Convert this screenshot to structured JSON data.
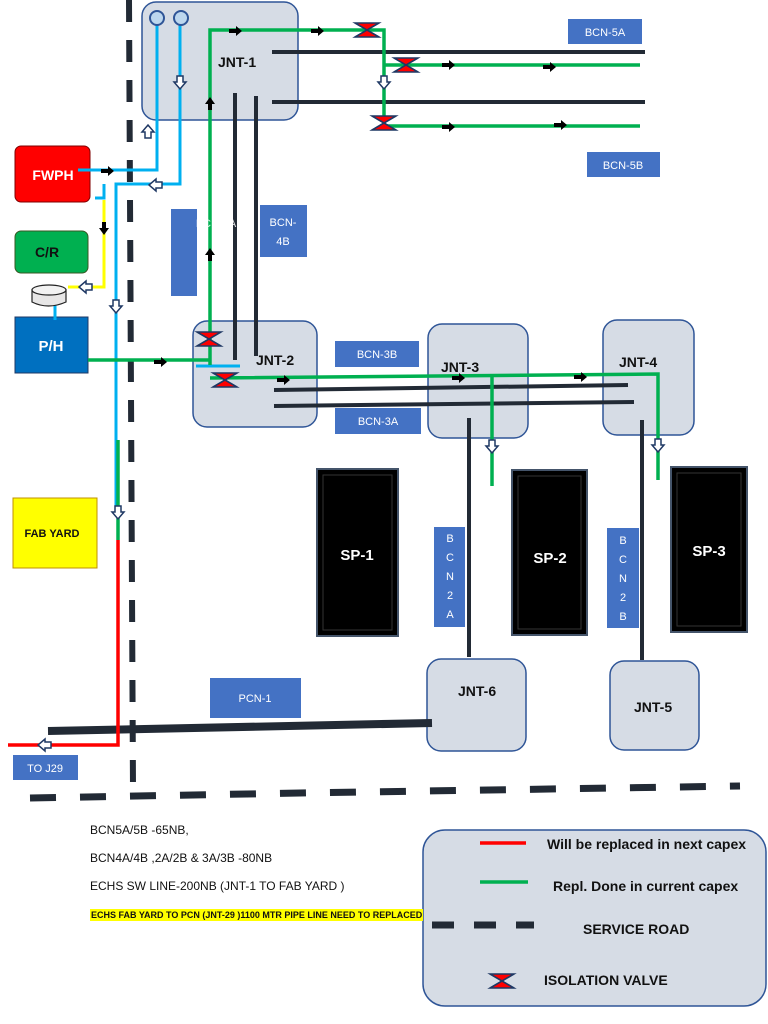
{
  "junctions": {
    "jnt1": "JNT-1",
    "jnt2": "JNT-2",
    "jnt3": "JNT-3",
    "jnt4": "JNT-4",
    "jnt5": "JNT-5",
    "jnt6": "JNT-6"
  },
  "buildings": {
    "fwph": "FWPH",
    "cr": "C/R",
    "ph": "P/H",
    "fab_yard": "FAB YARD",
    "sp1": "SP-1",
    "sp2": "SP-2",
    "sp3": "SP-3"
  },
  "labels": {
    "bcn5a": "BCN-5A",
    "bcn5b": "BCN-5B",
    "bcn4a": "BCN-4A",
    "bcn4b_l1": "BCN-",
    "bcn4b_l2": "4B",
    "bcn3b": "BCN-3B",
    "bcn3a": "BCN-3A",
    "bcn2a": [
      "B",
      "C",
      "N",
      "2",
      "A"
    ],
    "bcn2b": [
      "B",
      "C",
      "N",
      "2",
      "B"
    ],
    "pcn1": "PCN-1",
    "to_j29": "TO J29"
  },
  "notes": {
    "line1": "BCN5A/5B -65NB,",
    "line2": "BCN4A/4B ,2A/2B & 3A/3B -80NB",
    "line3": "ECHS SW LINE-200NB (JNT-1 TO FAB YARD )",
    "highlight": "ECHS FAB YARD TO PCN (JNT-29 )1100 MTR PIPE LINE NEED TO REPLACED"
  },
  "legend": {
    "red": "Will be replaced in next capex",
    "green": "Repl. Done in current capex",
    "road": "SERVICE ROAD",
    "valve": "ISOLATION VALVE"
  },
  "colors": {
    "box_blue": "#4472c4",
    "junction_fill": "#d6dce5",
    "green_line": "#00b050",
    "red_line": "#ff0000",
    "cyan_line": "#00b0f0",
    "yellow_line": "#ffff00",
    "fwph": "#ff0000",
    "cr": "#00b050",
    "ph": "#0070c0",
    "valve": "#ff0000"
  }
}
